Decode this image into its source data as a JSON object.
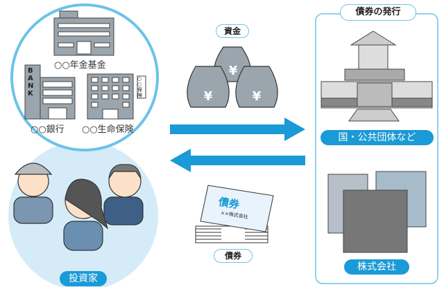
{
  "institutions": {
    "pension_fund": "○○年金基金",
    "bank": "○○銀行",
    "bank_sign": "BANK",
    "life_insurance": "○○生命保険",
    "insurance_sign": "○○保険"
  },
  "investors_label": "投資家",
  "funds_label": "資金",
  "yen_symbol": "¥",
  "bond": {
    "label": "債券",
    "certificate_title": "債券",
    "certificate_issuer": "××株式会社"
  },
  "issuance": {
    "title": "債券の発行",
    "government_label": "国・公共団体など",
    "company_label": "株式会社"
  },
  "colors": {
    "accent": "#1a9ad6",
    "outline": "#6cc3e8",
    "investor_bg": "#d5ecf8",
    "building": "#9aa5ad"
  }
}
